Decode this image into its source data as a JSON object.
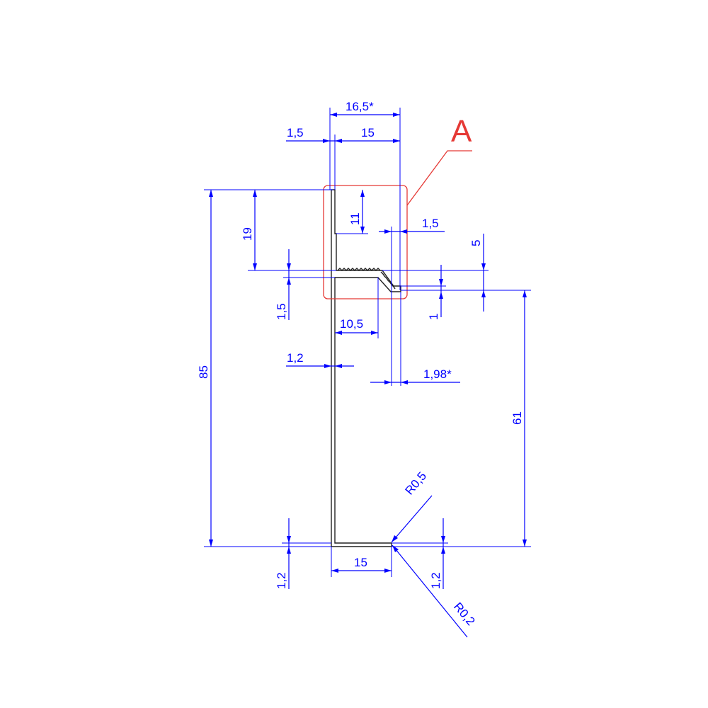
{
  "dimensions": {
    "total_width": "16,5*",
    "flange_thickness_top": "1,5",
    "top_lip_width": "15",
    "top_lip_height": "19",
    "inner_lip_height": "11",
    "nose_offset": "1,5",
    "step_height": "5",
    "ledge_thickness": "1,5",
    "step_drop": "1",
    "ledge_width": "10,5",
    "web_thickness": "1,2",
    "nose_projection": "1,98*",
    "overall_height": "85",
    "web_height": "61",
    "bottom_radius": "R0,5",
    "bottom_flange_width": "15",
    "bottom_flange_thickness_left": "1,2",
    "bottom_flange_thickness_right": "1,2",
    "tip_radius": "R0,2"
  },
  "detail": {
    "label": "A"
  },
  "colors": {
    "dimension": "#0000ff",
    "profile": "#222222",
    "detail": "#e53935"
  }
}
